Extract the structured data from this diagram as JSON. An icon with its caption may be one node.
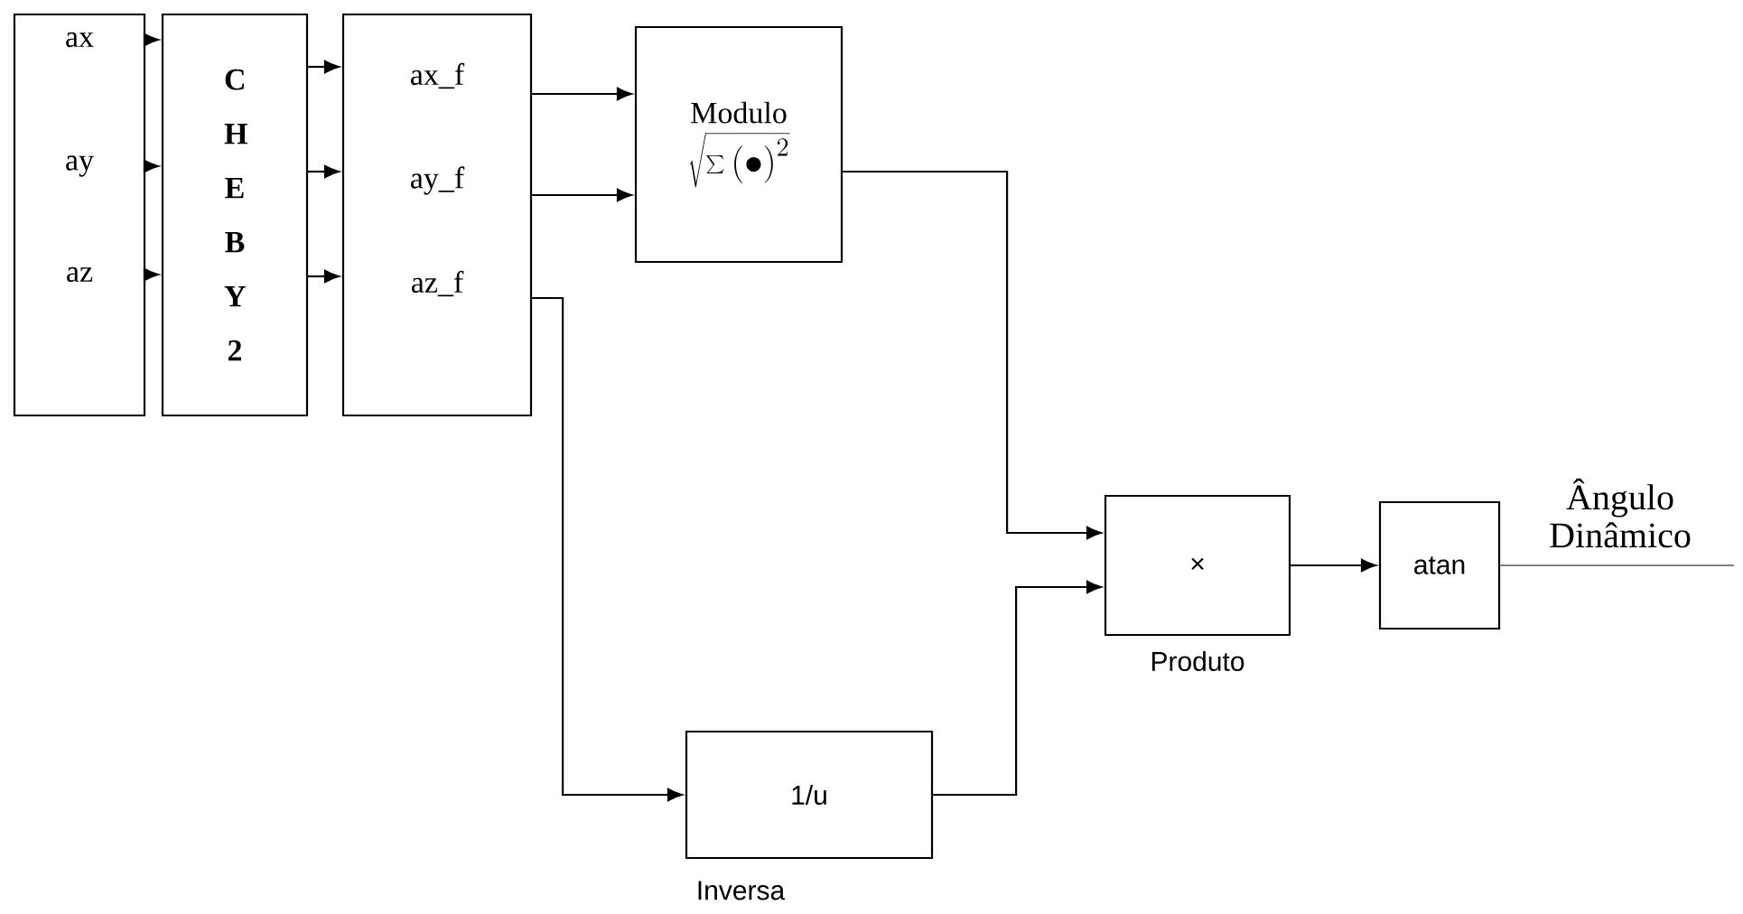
{
  "diagram": {
    "nodes": [
      {
        "text": [],
        "shape": "box"
      },
      {
        "text": [
          "ax"
        ],
        "in": 0
      },
      {
        "text": [
          "ay"
        ],
        "in": 0
      },
      {
        "text": [
          "az"
        ],
        "in": 0
      },
      {
        "text": [
          "C H E B Y 2"
        ]
      },
      {
        "text": [],
        "shape": "box"
      },
      {
        "text": [
          "ax_f"
        ],
        "in": 5
      },
      {
        "text": [
          "ay_f"
        ],
        "in": 5
      },
      {
        "text": [
          "az_f"
        ],
        "in": 5
      },
      {
        "text": [
          "Modulo",
          "\\sqrt{\\sum\\left(\\bullet\\right)^{2}}"
        ]
      },
      {
        "text": [
          "×"
        ],
        "beside": [
          "Produto"
        ]
      },
      {
        "text": [
          "atan"
        ]
      },
      {
        "text": [
          "1/u"
        ],
        "beside": [
          "Inversa"
        ]
      }
    ],
    "edges": [
      {
        "from": 1,
        "to": 4,
        "arrow": "to"
      },
      {
        "from": 2,
        "to": 4,
        "arrow": "to"
      },
      {
        "from": 3,
        "to": 4,
        "arrow": "to"
      },
      {
        "from": 4,
        "to": 5,
        "arrow": "to"
      },
      {
        "from": 4,
        "to": 5,
        "arrow": "to"
      },
      {
        "from": 4,
        "to": 5,
        "arrow": "to"
      },
      {
        "from": 6,
        "to": 9,
        "arrow": "to"
      },
      {
        "from": 7,
        "to": 9,
        "arrow": "to"
      },
      {
        "from": 8,
        "to": 12,
        "arrow": "to"
      },
      {
        "from": 9,
        "to": 10,
        "arrow": "to"
      },
      {
        "from": 12,
        "to": 10,
        "arrow": "to"
      },
      {
        "from": 10,
        "to": 11,
        "arrow": "to"
      },
      {
        "from": 11,
        "to": null,
        "arrow": "none",
        "label": "Ângulo Dinâmico",
        "color": "#808080"
      }
    ]
  }
}
